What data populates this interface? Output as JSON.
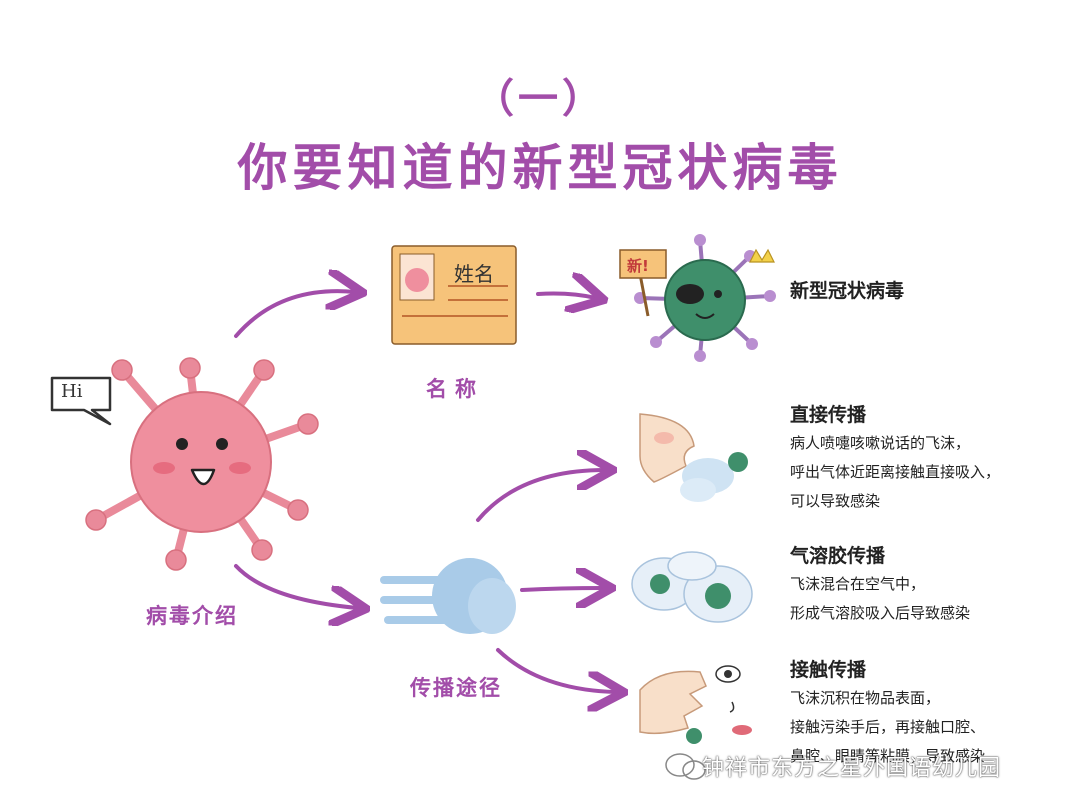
{
  "header": {
    "section_number": "（一）",
    "title": "你要知道的新型冠状病毒"
  },
  "virus": {
    "greeting": "Hi",
    "label": "病毒介绍"
  },
  "name_card": {
    "field_label": "姓名",
    "label": "名称"
  },
  "name_result": {
    "sign_text": "新!",
    "name": "新型冠状病毒"
  },
  "transmission": {
    "label": "传播途径",
    "routes": [
      {
        "title": "直接传播",
        "text": "病人喷嚏咳嗽说话的飞沫，\n呼出气体近距离接触直接吸入，\n可以导致感染"
      },
      {
        "title": "气溶胶传播",
        "text": "飞沫混合在空气中，\n形成气溶胶吸入后导致感染"
      },
      {
        "title": "接触传播",
        "text": "飞沫沉积在物品表面，\n接触污染手后，再接触口腔、\n鼻腔、眼睛等粘膜，导致感染"
      }
    ]
  },
  "watermark": "钟祥市东方之星外国语幼儿园",
  "colors": {
    "accent": "#a24da9",
    "virus_pink": "#e98a9a",
    "virus_green": "#3f8f6b"
  }
}
